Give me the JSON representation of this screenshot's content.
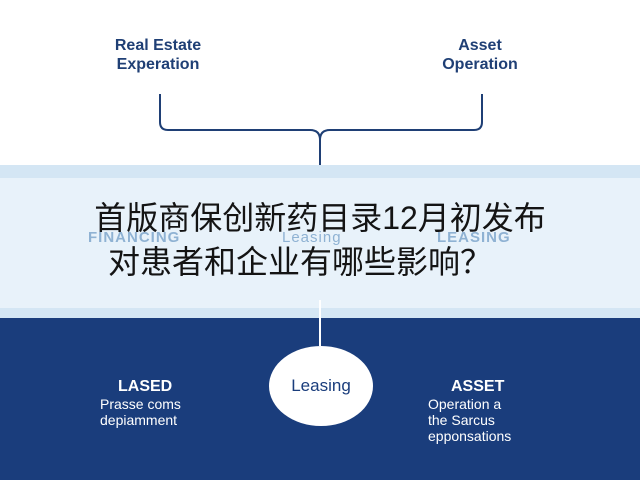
{
  "top": {
    "left_node": [
      "Real Estate",
      "Experation"
    ],
    "right_node": [
      "Asset",
      "Operation"
    ]
  },
  "band": {
    "ghost_labels": [
      "FINANCING",
      "Leasing",
      "LEASING"
    ]
  },
  "headline": {
    "line1": "首版商保创新药目录12月初发布",
    "line2": "对患者和企业有哪些影响？"
  },
  "bottom": {
    "center_label": "Leasing",
    "left": {
      "title": "LASED",
      "lines": [
        "Prasse coms",
        "depiamment"
      ]
    },
    "right": {
      "title": "ASSET",
      "lines": [
        "Operation a",
        "the Sarcus",
        "epponsations"
      ]
    }
  },
  "colors": {
    "navy": "#1a3d7c",
    "title_blue": "#1f3f75",
    "light_band": "#d4e6f4"
  }
}
